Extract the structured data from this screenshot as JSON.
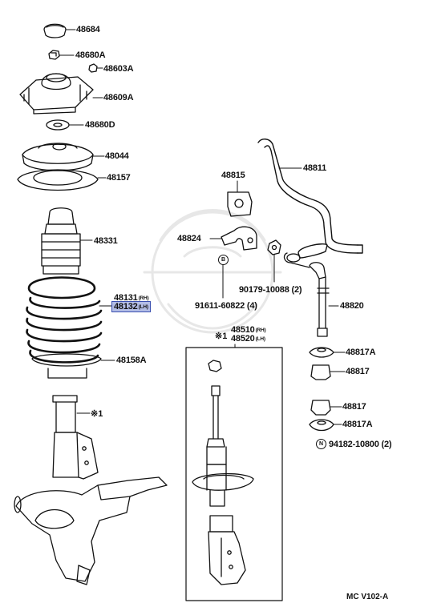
{
  "labels": {
    "p48684": "48684",
    "p48680A": "48680A",
    "p48603A": "48603A",
    "p48609A": "48609A",
    "p48680D": "48680D",
    "p48044": "48044",
    "p48157": "48157",
    "p48331": "48331",
    "p48131": "48131",
    "p48131_side": "(RH)",
    "p48132": "48132",
    "p48132_side": "(LH)",
    "p48158A": "48158A",
    "p48811": "48811",
    "p48815": "48815",
    "p48824": "48824",
    "p90179": "90179-10088 (2)",
    "p91611": "91611-60822 (4)",
    "p48820": "48820",
    "p48510": "48510",
    "p48510_side": "(RH)",
    "p48520": "48520",
    "p48520_side": "(LH)",
    "p48817A_top": "48817A",
    "p48817_top": "48817",
    "p48817_bot": "48817",
    "p48817A_bot": "48817A",
    "p94182": "94182-10800 (2)"
  },
  "marks": {
    "star_strut": "※1",
    "star_assy": "※1",
    "badge_b": "B",
    "badge_n": "N"
  },
  "footer_code": "MC V102-A",
  "highlight_color": "#b3bde6"
}
